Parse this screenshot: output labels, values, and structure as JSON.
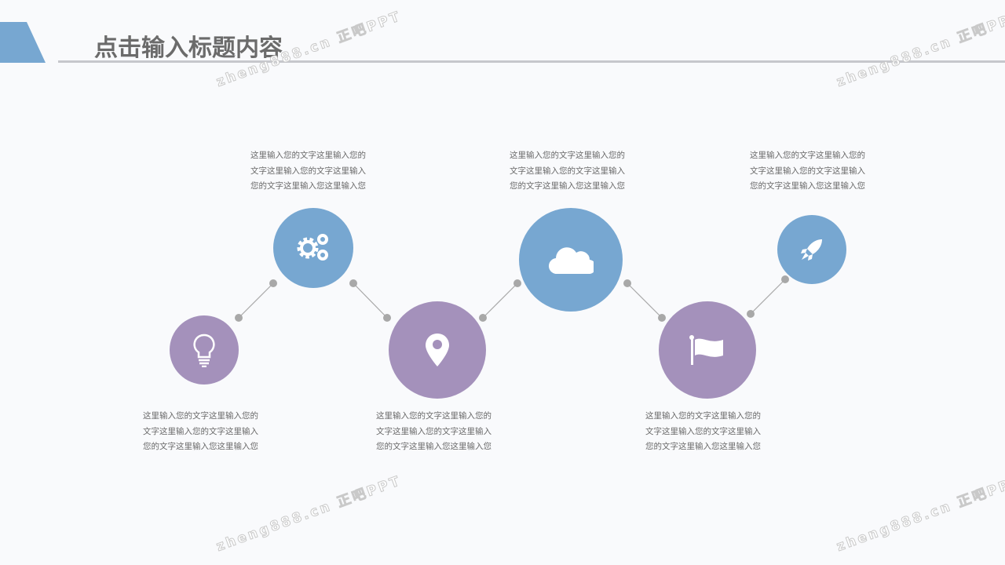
{
  "header": {
    "title": "点击输入标题内容"
  },
  "watermark": "zheng888.cn 正吧PPT",
  "colors": {
    "blue": "#77a7d1",
    "purple": "#a491bb",
    "connector": "#a8a8a8"
  },
  "steps": [
    {
      "icon": "lightbulb-icon",
      "text": [
        "这里输入您的文字这里输入您的",
        "文字这里输入您的文字这里输入",
        "您的文字这里输入您这里输入您"
      ]
    },
    {
      "icon": "gears-icon",
      "text": [
        "这里输入您的文字这里输入您的",
        "文字这里输入您的文字这里输入",
        "您的文字这里输入您这里输入您"
      ]
    },
    {
      "icon": "map-pin-icon",
      "text": [
        "这里输入您的文字这里输入您的",
        "文字这里输入您的文字这里输入",
        "您的文字这里输入您这里输入您"
      ]
    },
    {
      "icon": "cloud-icon",
      "text": [
        "这里输入您的文字这里输入您的",
        "文字这里输入您的文字这里输入",
        "您的文字这里输入您这里输入您"
      ]
    },
    {
      "icon": "flag-icon",
      "text": [
        "这里输入您的文字这里输入您的",
        "文字这里输入您的文字这里输入",
        "您的文字这里输入您这里输入您"
      ]
    },
    {
      "icon": "rocket-icon",
      "text": [
        "这里输入您的文字这里输入您的",
        "文字这里输入您的文字这里输入",
        "您的文字这里输入您这里输入您"
      ]
    }
  ]
}
